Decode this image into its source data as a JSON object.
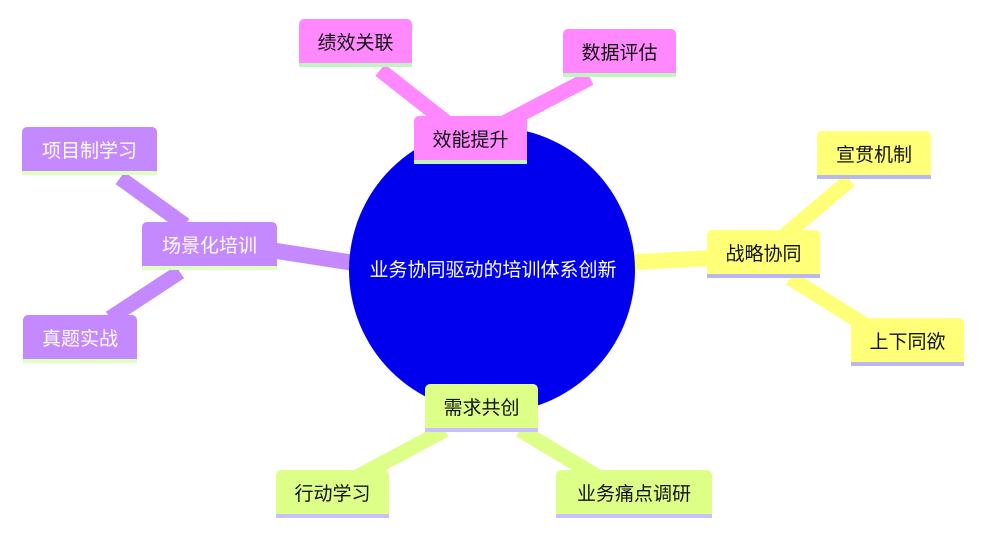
{
  "root": {
    "label": "业务协同驱动的培训体系创新",
    "color": "#0000ee"
  },
  "branches": [
    {
      "label": "效能提升",
      "color": "#ff88ff",
      "children": [
        "绩效关联",
        "数据评估"
      ]
    },
    {
      "label": "场景化培训",
      "color": "#c488ff",
      "children": [
        "项目制学习",
        "真题实战"
      ]
    },
    {
      "label": "战略协同",
      "color": "#ffff78",
      "children": [
        "宣贯机制",
        "上下同欲"
      ]
    },
    {
      "label": "需求共创",
      "color": "#ddff88",
      "children": [
        "行动学习",
        "业务痛点调研"
      ]
    }
  ]
}
